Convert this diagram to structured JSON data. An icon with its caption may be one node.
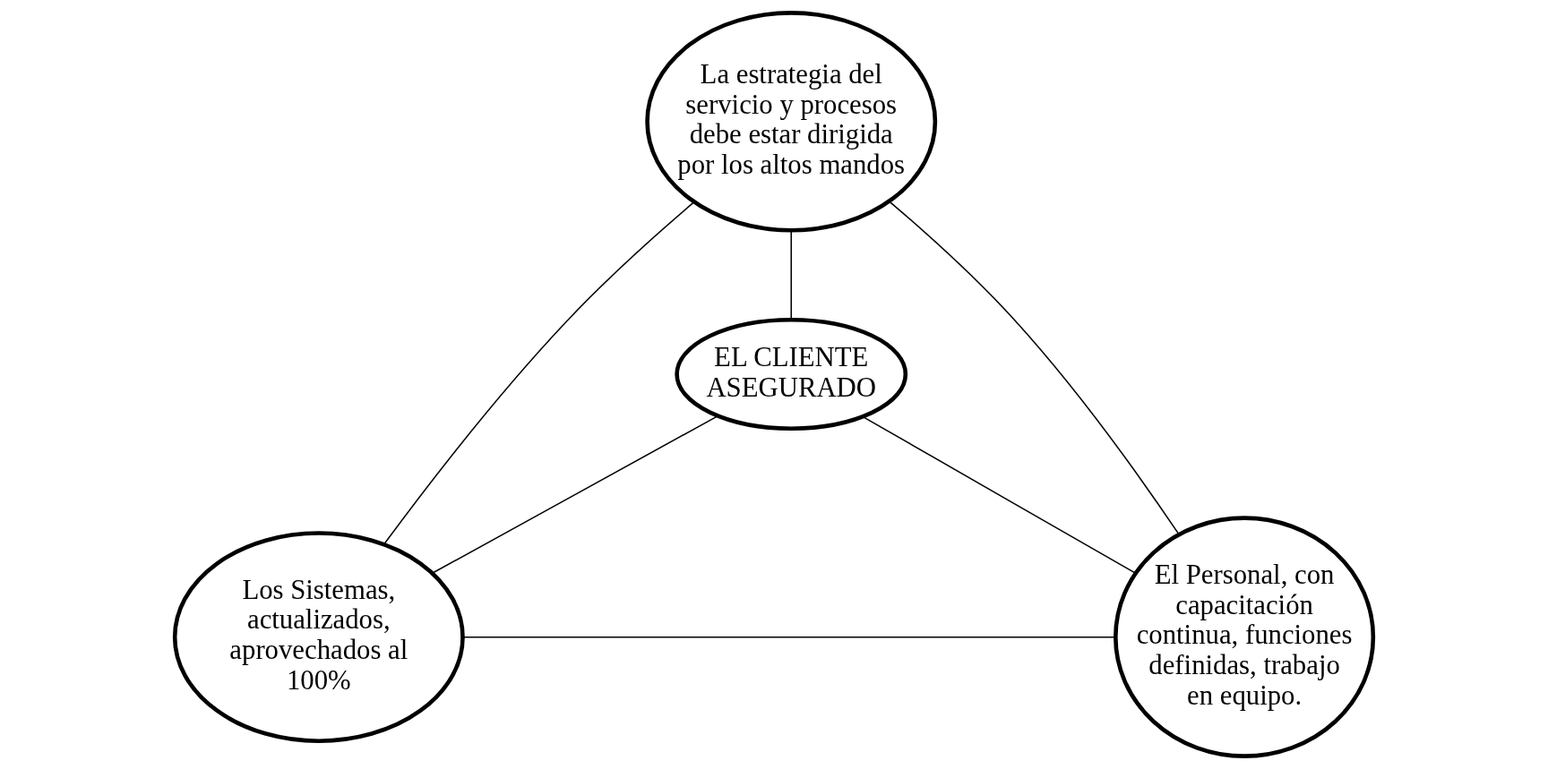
{
  "diagram": {
    "nodes": [
      {
        "text": [
          "La estrategia del servicio y procesos debe estar dirigida por los altos mandos"
        ]
      },
      {
        "text": [
          "EL CLIENTE ASEGURADO"
        ]
      },
      {
        "text": [
          "Los Sistemas, actualizados, aprovechados al 100%"
        ]
      },
      {
        "text": [
          "El Personal, con capacitación continua, funciones definidas, trabajo en equipo."
        ]
      }
    ],
    "edges": [
      {
        "from": 0,
        "to": 1,
        "arrow": "none"
      },
      {
        "from": 0,
        "to": 2,
        "arrow": "none"
      },
      {
        "from": 0,
        "to": 3,
        "arrow": "none"
      },
      {
        "from": 1,
        "to": 2,
        "arrow": "none"
      },
      {
        "from": 1,
        "to": 3,
        "arrow": "none"
      },
      {
        "from": 2,
        "to": 3,
        "arrow": "none"
      }
    ]
  }
}
